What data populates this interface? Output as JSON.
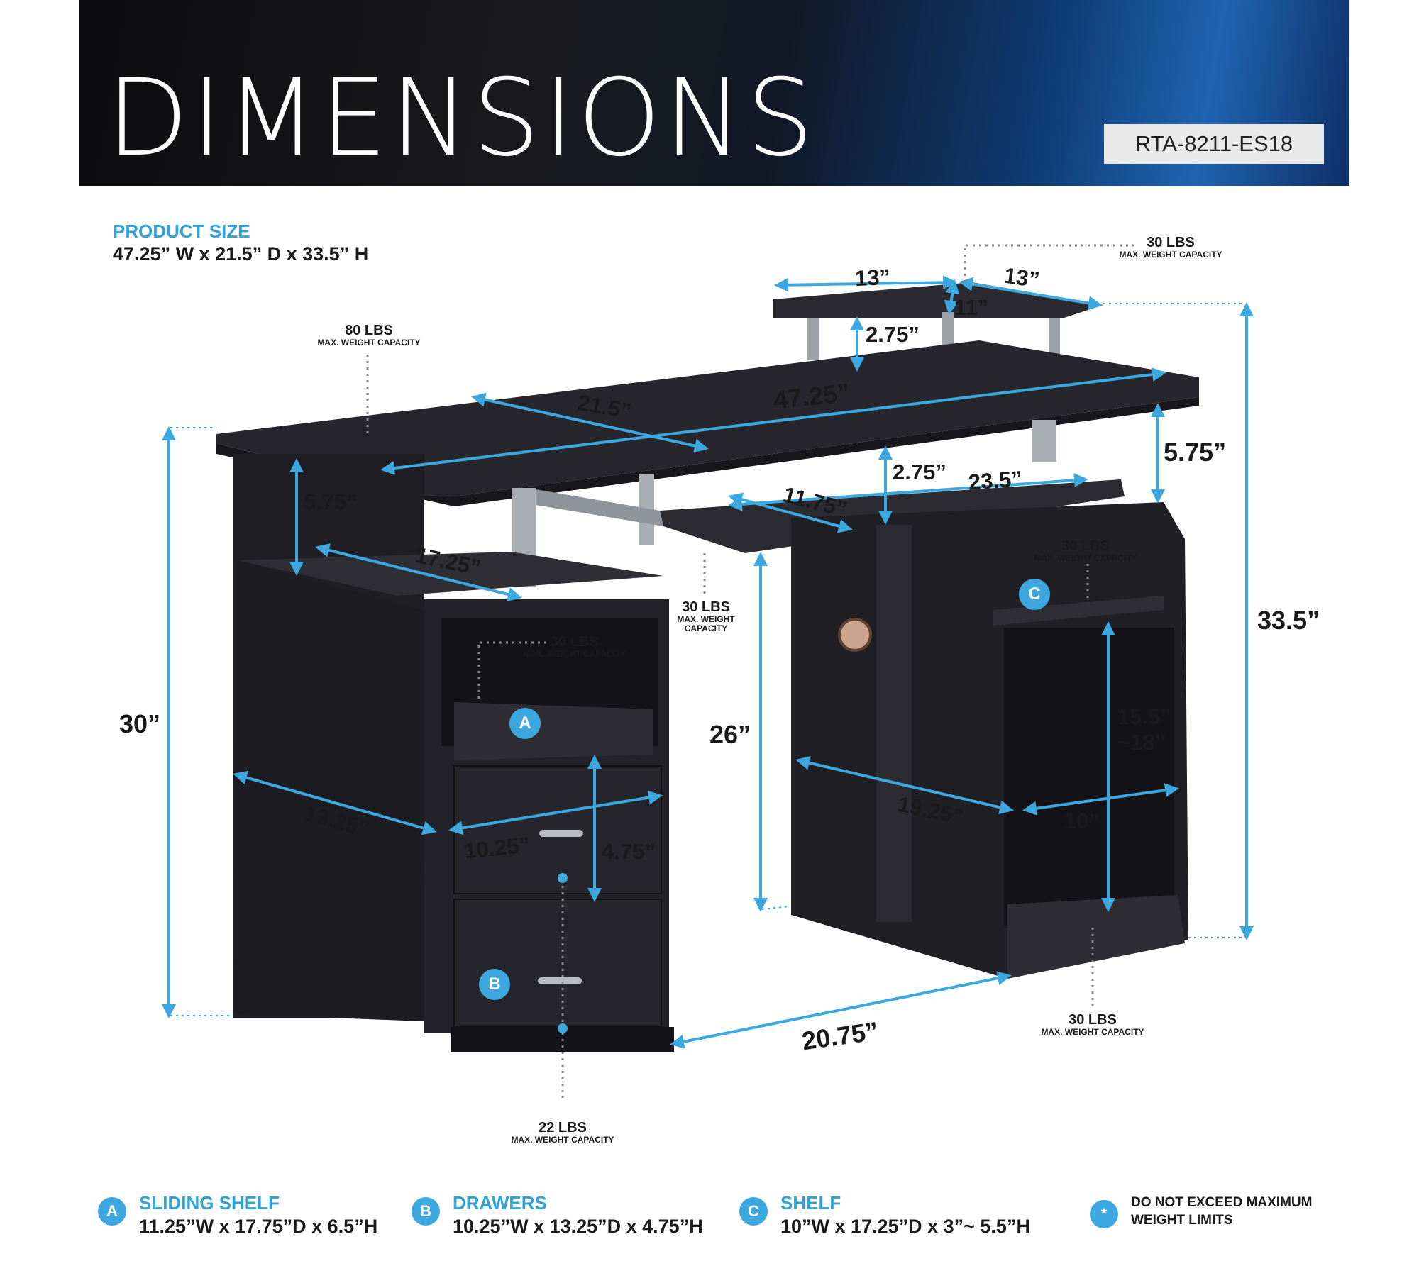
{
  "header": {
    "title": "DIMENSIONS",
    "model": "RTA-8211-ES18"
  },
  "product_size": {
    "heading": "PRODUCT SIZE",
    "value": "47.25” W x 21.5” D x 33.5” H"
  },
  "dimensions": {
    "hutch_left": "13”",
    "hutch_right": "13”",
    "hutch_depth": "11”",
    "hutch_height": "2.75”",
    "desk_depth": "21.5”",
    "desk_width": "47.25”",
    "upper_height_right": "5.75”",
    "upper_height_left": "5.75”",
    "left_shelf_width": "17.25”",
    "tray_height": "2.75”",
    "tray_width": "23.5”",
    "tray_depth": "11.75”",
    "total_height": "33.5”",
    "desk_height": "30”",
    "knee_height": "26”",
    "cabinet_depth": "13.25”",
    "drawer_width": "10.25”",
    "drawer_height": "4.75”",
    "cpu_depth": "19.25”",
    "cpu_width": "10”",
    "cpu_height_line1": "15.5”",
    "cpu_height_line2": "~18”",
    "knee_width": "20.75”"
  },
  "capacities": [
    {
      "weight": "30 LBS",
      "label": "MAX. WEIGHT CAPACITY"
    },
    {
      "weight": "80 LBS",
      "label": "MAX. WEIGHT CAPACITY"
    },
    {
      "weight": "30 LBS",
      "label": "MAX. WEIGHT CAPACITY"
    },
    {
      "weight": "30 LBS",
      "label": "MAX. WEIGHT CAPACITY"
    },
    {
      "weight": "30 LBS",
      "label": "MAX. WEIGHT",
      "label2": "CAPACITY"
    },
    {
      "weight": "30 LBS",
      "label": "MAX. WEIGHT CAPACITY"
    },
    {
      "weight": "22 LBS",
      "label": "MAX. WEIGHT CAPACITY"
    }
  ],
  "badges": {
    "a": "A",
    "b": "B",
    "c": "C"
  },
  "legend": [
    {
      "badge": "A",
      "title": "SLIDING SHELF",
      "size": "11.25”W x 17.75”D x 6.5”H"
    },
    {
      "badge": "B",
      "title": "DRAWERS",
      "size": "10.25”W x 13.25”D x 4.75”H"
    },
    {
      "badge": "C",
      "title": "SHELF",
      "size": "10”W x 17.25”D x 3”~ 5.5”H"
    }
  ],
  "note": {
    "icon": "*",
    "line1": "DO NOT EXCEED MAXIMUM",
    "line2": "WEIGHT LIMITS"
  },
  "colors": {
    "accent": "#3da8df",
    "desk": "#25252b",
    "heading": "#2fa3da"
  }
}
